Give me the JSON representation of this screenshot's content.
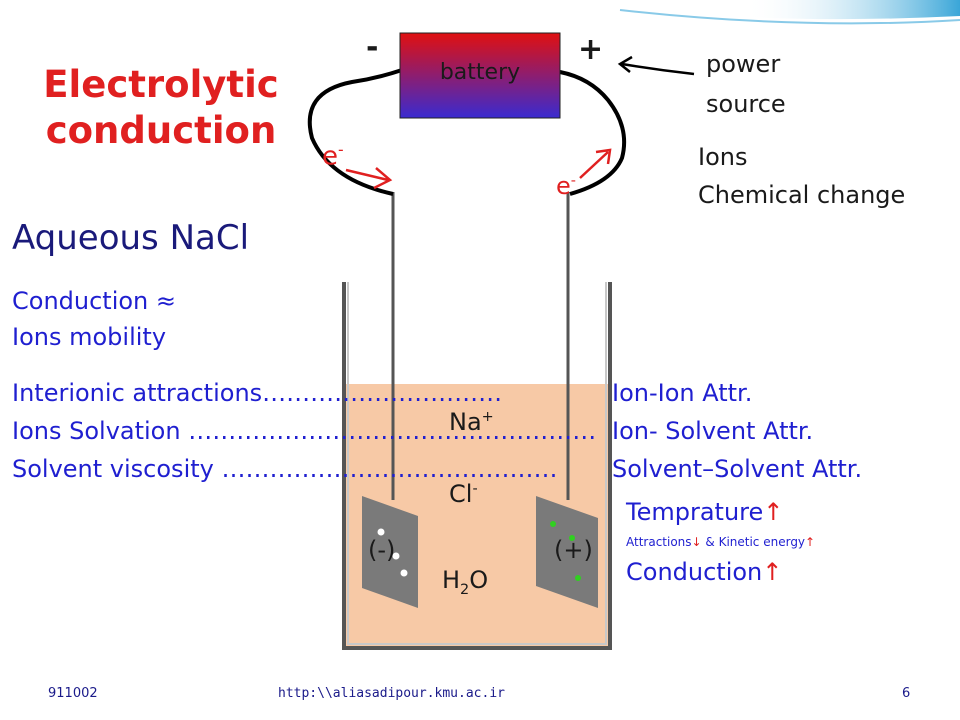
{
  "slide": {
    "title_line1": "Electrolytic",
    "title_line2": "conduction",
    "subtitle": "Aqueous NaCl",
    "left_text": {
      "line1": "Conduction ≈",
      "line2": "Ions mobility"
    },
    "factors": [
      {
        "label": "Interionic attractions",
        "dots": "…………………………",
        "result": "Ion-Ion Attr."
      },
      {
        "label": "Ions Solvation",
        "dots": "……………………………………………",
        "result": "Ion- Solvent Attr."
      },
      {
        "label": "Solvent viscosity",
        "dots": "……………………………………",
        "result": "Solvent–Solvent Attr."
      }
    ],
    "battery_label": "battery",
    "minus_sign": "-",
    "plus_sign": "+",
    "power_source_line1": "power",
    "power_source_line2": "source",
    "ions_line1": "Ions",
    "ions_line2": "Chemical change",
    "electron_left": "e",
    "electron_right": "e",
    "electron_sup": "-",
    "na_ion": "Na",
    "na_sup": "+",
    "cl_ion": "Cl",
    "cl_sup": "-",
    "water_h": "H",
    "water_sub": "2",
    "water_o": "O",
    "cathode_label": "(-)",
    "anode_label": "(+)",
    "temperature": "Temprature",
    "attractions_note": "Attractions",
    "kinetic_note": " & Kinetic energy",
    "conduction_up": "Conduction",
    "up_arrow": "↑",
    "down_arrow": "↓"
  },
  "footer": {
    "date": "911002",
    "url": "http:\\\\aliasadipour.kmu.ac.ir",
    "page": "6"
  },
  "colors": {
    "header_bar": "#3aa6d8",
    "text_blue": "#1f1fd0",
    "title_red": "#e02020",
    "solution": "#f7c9a6",
    "battery_top": "#e01010",
    "battery_bottom": "#3a2bd0",
    "electrode": "#707070",
    "dot_green": "#30d020"
  }
}
